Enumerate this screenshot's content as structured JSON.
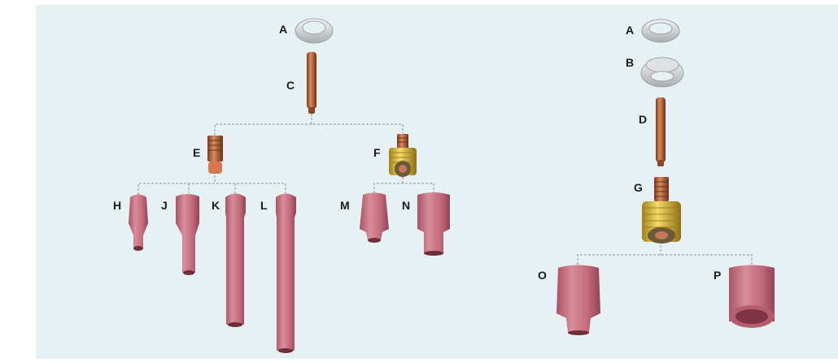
{
  "diagram": {
    "colors": {
      "background": "#e7f1f3",
      "ceramic": "#c9707f",
      "copper": "#b4613a",
      "brass": "#d9b83a",
      "ring": "#d8dadb",
      "connector": "#8a8f92"
    },
    "labels": {
      "A": "A",
      "B": "B",
      "C": "C",
      "D": "D",
      "E": "E",
      "F": "F",
      "G": "G",
      "H": "H",
      "J": "J",
      "K": "K",
      "L": "L",
      "M": "M",
      "N": "N",
      "O": "O",
      "P": "P"
    }
  }
}
